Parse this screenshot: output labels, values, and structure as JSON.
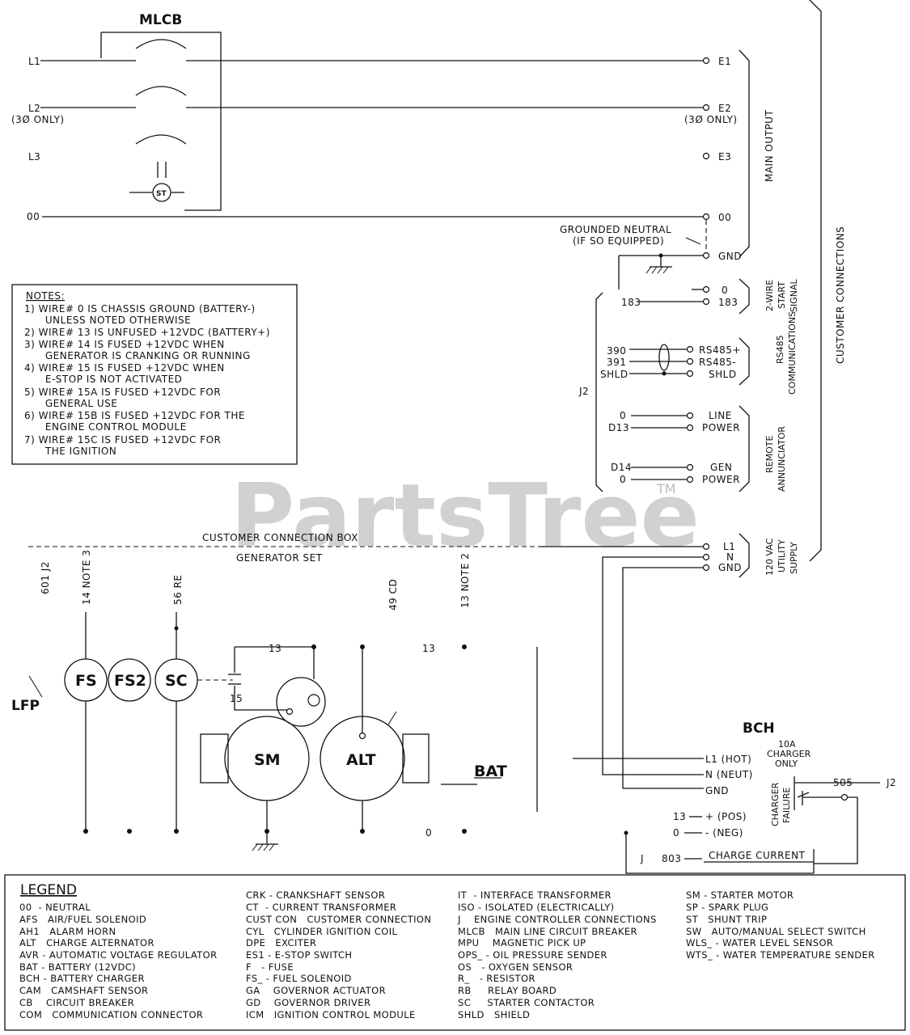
{
  "title": "MLCB",
  "lines": {
    "l1": "L1",
    "l2": "L2",
    "l3": "L3",
    "n00": "00",
    "three_phase_left": "(3Ø ONLY)",
    "e1": "E1",
    "e2": "E2",
    "e3": "E3",
    "e00": "00",
    "gnd": "GND",
    "three_phase_right": "(3Ø ONLY)",
    "st": "ST"
  },
  "grounded_neutral": [
    "GROUNDED NEUTRAL",
    "(IF SO EQUIPPED)"
  ],
  "groups": {
    "main_output": "MAIN OUTPUT",
    "customer_connections": "CUSTOMER CONNECTIONS",
    "two_wire": [
      "2-WIRE",
      "START",
      "SIGNAL"
    ],
    "rs485": [
      "RS485",
      "COMMUNICATIONS"
    ],
    "remote": [
      "REMOTE",
      "ANNUNCIATOR"
    ],
    "utility": [
      "120 VAC",
      "UTILITY",
      "SUPPLY"
    ]
  },
  "terminals": {
    "w0": "0",
    "w183": "183",
    "t0": "0",
    "t183": "183",
    "w390": "390",
    "w391": "391",
    "shld_l": "SHLD",
    "rs485p": "RS485+",
    "rs485m": "RS485-",
    "shld_r": "SHLD",
    "c0a": "0",
    "d13": "D13",
    "line": "LINE",
    "power1": "POWER",
    "d14": "D14",
    "c0b": "0",
    "gen": "GEN",
    "power2": "POWER",
    "j2": "J2",
    "ul1": "L1",
    "un": "N",
    "ugnd": "GND"
  },
  "notes": {
    "title": "NOTES:",
    "items": [
      "1) WIRE# 0 IS CHASSIS GROUND (BATTERY-)",
      "      UNLESS NOTED OTHERWISE",
      "2) WIRE# 13 IS UNFUSED +12VDC (BATTERY+)",
      "3) WIRE# 14 IS FUSED +12VDC WHEN",
      "      GENERATOR IS CRANKING OR RUNNING",
      "4) WIRE# 15 IS FUSED +12VDC WHEN",
      "      E-STOP IS NOT ACTIVATED",
      "5) WIRE# 15A IS FUSED +12VDC FOR",
      "      GENERAL USE",
      "6) WIRE# 15B IS FUSED +12VDC FOR THE",
      "      ENGINE CONTROL MODULE",
      "7) WIRE# 15C IS FUSED +12VDC FOR",
      "      THE IGNITION"
    ]
  },
  "watermark": {
    "text": "PartsTree",
    "tm": "TM"
  },
  "boxes": {
    "customer_box": "CUSTOMER CONNECTION BOX",
    "generator_set": "GENERATOR SET",
    "lfp": "LFP"
  },
  "wires": {
    "w601": "601 J2",
    "w14": "14 NOTE 3",
    "w56": "56 RE",
    "w49": "49 CD",
    "w13n": "13 NOTE 2",
    "w13a": "13",
    "w13b": "13",
    "w15": "15",
    "w0bot": "0"
  },
  "components": {
    "fs": "FS",
    "fs2": "FS2",
    "sc": "SC",
    "sm": "SM",
    "alt": "ALT",
    "bat": "BAT",
    "bch": "BCH"
  },
  "bch": {
    "rating": [
      "10A",
      "CHARGER",
      "ONLY"
    ],
    "l1hot": "L1 (HOT)",
    "nneut": "N (NEUT)",
    "gnd": "GND",
    "pos": "+ (POS)",
    "neg": "- (NEG)",
    "w13": "13",
    "w0": "0",
    "failure": [
      "CHARGER",
      "FAILURE"
    ],
    "w505": "505",
    "j2": "J2",
    "w803": "803",
    "j1": "J",
    "charge": "CHARGE CURRENT"
  },
  "legend": {
    "title": "LEGEND",
    "col1": [
      "00  - NEUTRAL",
      "AFS   AIR/FUEL SOLENOID",
      "AH1   ALARM HORN",
      "ALT   CHARGE ALTERNATOR",
      "AVR - AUTOMATIC VOLTAGE REGULATOR",
      "BAT - BATTERY (12VDC)",
      "BCH - BATTERY CHARGER",
      "CAM   CAMSHAFT SENSOR",
      "CB    CIRCUIT BREAKER",
      "COM   COMMUNICATION CONNECTOR"
    ],
    "col2": [
      "CRK - CRANKSHAFT SENSOR",
      "CT  - CURRENT TRANSFORMER",
      "CUST CON   CUSTOMER CONNECTION",
      "CYL   CYLINDER IGNITION COIL",
      "DPE   EXCITER",
      "ES1 - E-STOP SWITCH",
      "F   - FUSE",
      "FS_ - FUEL SOLENOID",
      "GA    GOVERNOR ACTUATOR",
      "GD    GOVERNOR DRIVER",
      "ICM   IGNITION CONTROL MODULE"
    ],
    "col3": [
      "IT  - INTERFACE TRANSFORMER",
      "ISO - ISOLATED (ELECTRICALLY)",
      "J    ENGINE CONTROLLER CONNECTIONS",
      "MLCB   MAIN LINE CIRCUIT BREAKER",
      "MPU    MAGNETIC PICK UP",
      "OPS_ - OIL PRESSURE SENDER",
      "OS   - OXYGEN SENSOR",
      "R_   - RESISTOR",
      "RB     RELAY BOARD",
      "SC     STARTER CONTACTOR",
      "SHLD   SHIELD"
    ],
    "col4": [
      "SM - STARTER MOTOR",
      "SP - SPARK PLUG",
      "ST   SHUNT TRIP",
      "SW   AUTO/MANUAL SELECT SWITCH",
      "WLS_ - WATER LEVEL SENSOR",
      "WTS_ - WATER TEMPERATURE SENDER"
    ]
  }
}
